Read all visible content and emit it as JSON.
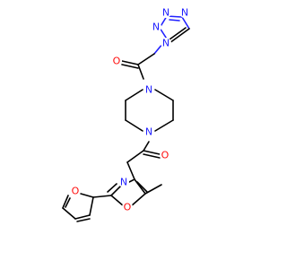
{
  "molecule": {
    "atom_labels": {
      "n": "N",
      "o": "O"
    },
    "colors": {
      "nitrogen": "#2020ff",
      "oxygen": "#ff0d0d",
      "carbon_bond": "#000000",
      "background": "#ffffff"
    },
    "fragments": [
      "tetrazole",
      "acetyl",
      "piperazine",
      "acetyl",
      "oxazole",
      "methyl",
      "furan"
    ]
  }
}
